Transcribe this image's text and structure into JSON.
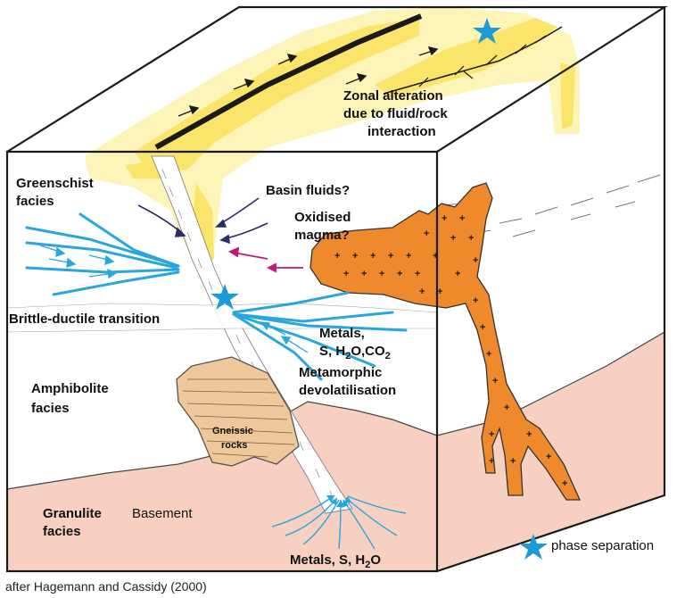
{
  "labels": {
    "zonal_alteration": [
      "Zonal alteration",
      "due to fluid/rock",
      "interaction"
    ],
    "greenschist": [
      "Greenschist",
      "facies"
    ],
    "basin_fluids": "Basin fluids?",
    "oxidised_magma": [
      "Oxidised",
      "magma?"
    ],
    "brittle_ductile": "Brittle-ductile transition",
    "metals_upper": [
      "Metals,",
      "S, H",
      "2",
      "O,CO",
      "2"
    ],
    "metamorphic": [
      "Metamorphic",
      "devolatilisation"
    ],
    "amphibolite": [
      "Amphibolite",
      "facies"
    ],
    "gneissic": [
      "Gneissic",
      "rocks"
    ],
    "granulite": [
      "Granulite",
      "facies"
    ],
    "basement": "Basement",
    "metals_lower": [
      "Metals, S, H",
      "2",
      "O"
    ],
    "phase_separation": "phase separation",
    "credit": "after Hagemann and Cassidy (2000)"
  },
  "colors": {
    "alteration_yellow": "#fbe46a",
    "alteration_pale": "#fdf4b8",
    "magma_orange": "#ee8a2c",
    "basement_pink": "#f7d0c2",
    "gneiss_tan": "#eec79a",
    "fluid_blue": "#29a6dc",
    "star_blue": "#1e9ad6",
    "arrow_navy": "#2b2a6b",
    "arrow_magenta": "#c4177a"
  }
}
